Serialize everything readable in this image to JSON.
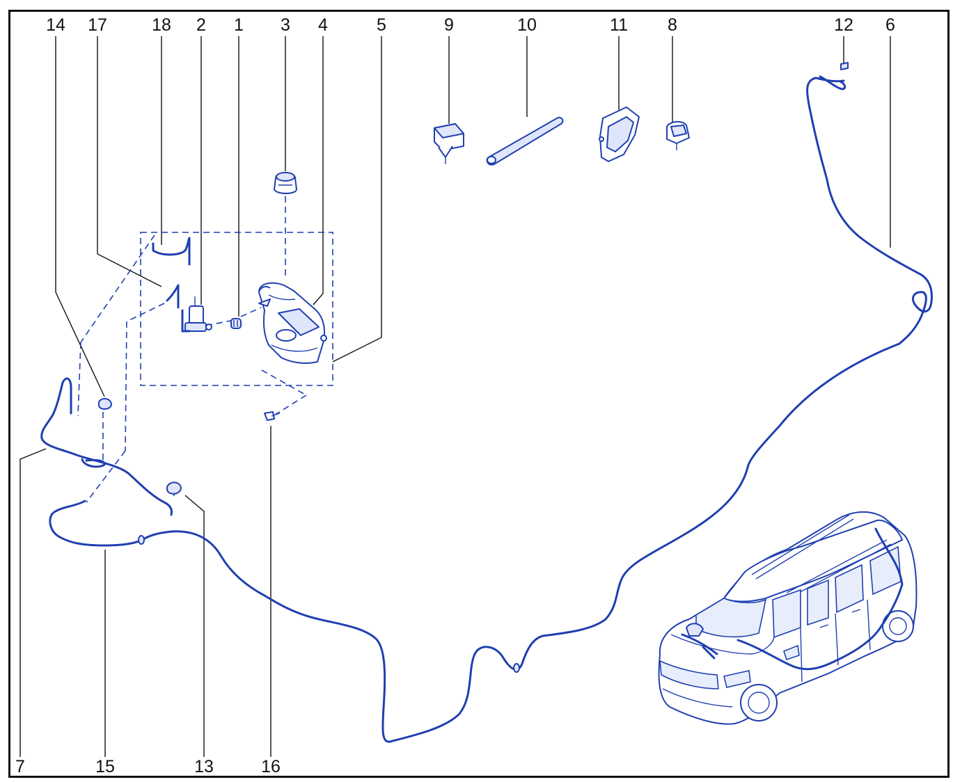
{
  "diagram": {
    "callouts": [
      {
        "id": "14",
        "label": "14"
      },
      {
        "id": "17",
        "label": "17"
      },
      {
        "id": "18",
        "label": "18"
      },
      {
        "id": "2",
        "label": "2"
      },
      {
        "id": "1",
        "label": "1"
      },
      {
        "id": "3",
        "label": "3"
      },
      {
        "id": "4",
        "label": "4"
      },
      {
        "id": "5",
        "label": "5"
      },
      {
        "id": "9",
        "label": "9"
      },
      {
        "id": "10",
        "label": "10"
      },
      {
        "id": "11",
        "label": "11"
      },
      {
        "id": "8",
        "label": "8"
      },
      {
        "id": "12",
        "label": "12"
      },
      {
        "id": "6",
        "label": "6"
      },
      {
        "id": "7",
        "label": "7"
      },
      {
        "id": "15",
        "label": "15"
      },
      {
        "id": "13",
        "label": "13"
      },
      {
        "id": "16",
        "label": "16"
      }
    ],
    "colors": {
      "line": "#1f3fb0",
      "text": "#111111",
      "border": "#111111"
    }
  }
}
